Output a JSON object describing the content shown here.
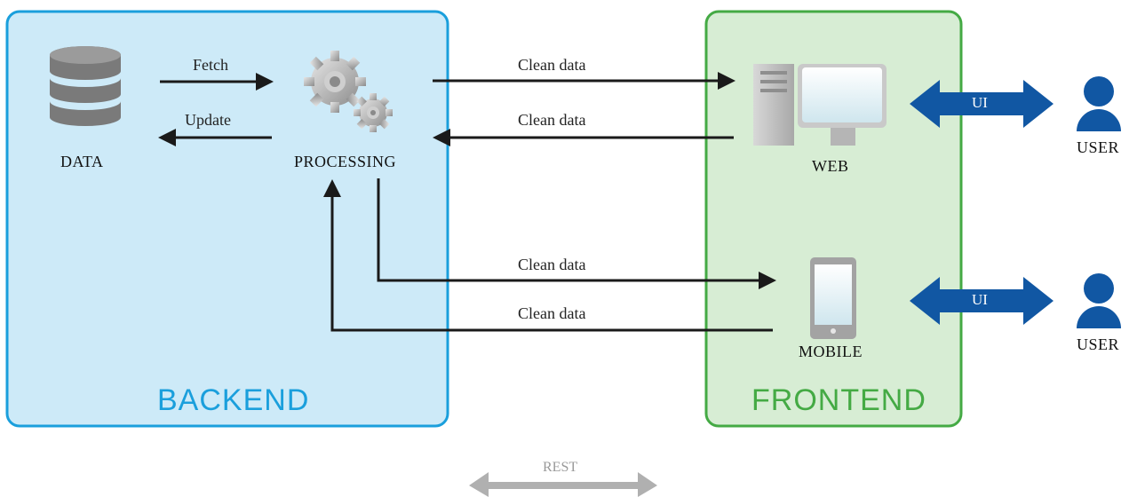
{
  "regions": {
    "backend": {
      "title": "BACKEND",
      "color": "#1a9fdc",
      "fill": "#cdeaf8"
    },
    "frontend": {
      "title": "FRONTEND",
      "color": "#44aa44",
      "fill": "#d7edd4"
    }
  },
  "nodes": {
    "data": {
      "label": "DATA",
      "icon": "database-icon"
    },
    "processing": {
      "label": "PROCESSING",
      "icon": "gears-icon"
    },
    "web": {
      "label": "WEB",
      "icon": "desktop-computer-icon"
    },
    "mobile": {
      "label": "MOBILE",
      "icon": "smartphone-icon"
    },
    "user_web": {
      "label": "USER",
      "icon": "user-icon"
    },
    "user_mobile": {
      "label": "USER",
      "icon": "user-icon"
    }
  },
  "edges": {
    "fetch": "Fetch",
    "update": "Update",
    "clean_1": "Clean data",
    "clean_2": "Clean data",
    "clean_3": "Clean data",
    "clean_4": "Clean data",
    "ui_web": "UI",
    "ui_mobile": "UI"
  },
  "legend": {
    "rest": "REST"
  },
  "colors": {
    "ui_arrow": "#1157a3",
    "rest_arrow": "#b0b0b0",
    "arrow": "#1a1a1a",
    "user_icon": "#1157a3"
  }
}
